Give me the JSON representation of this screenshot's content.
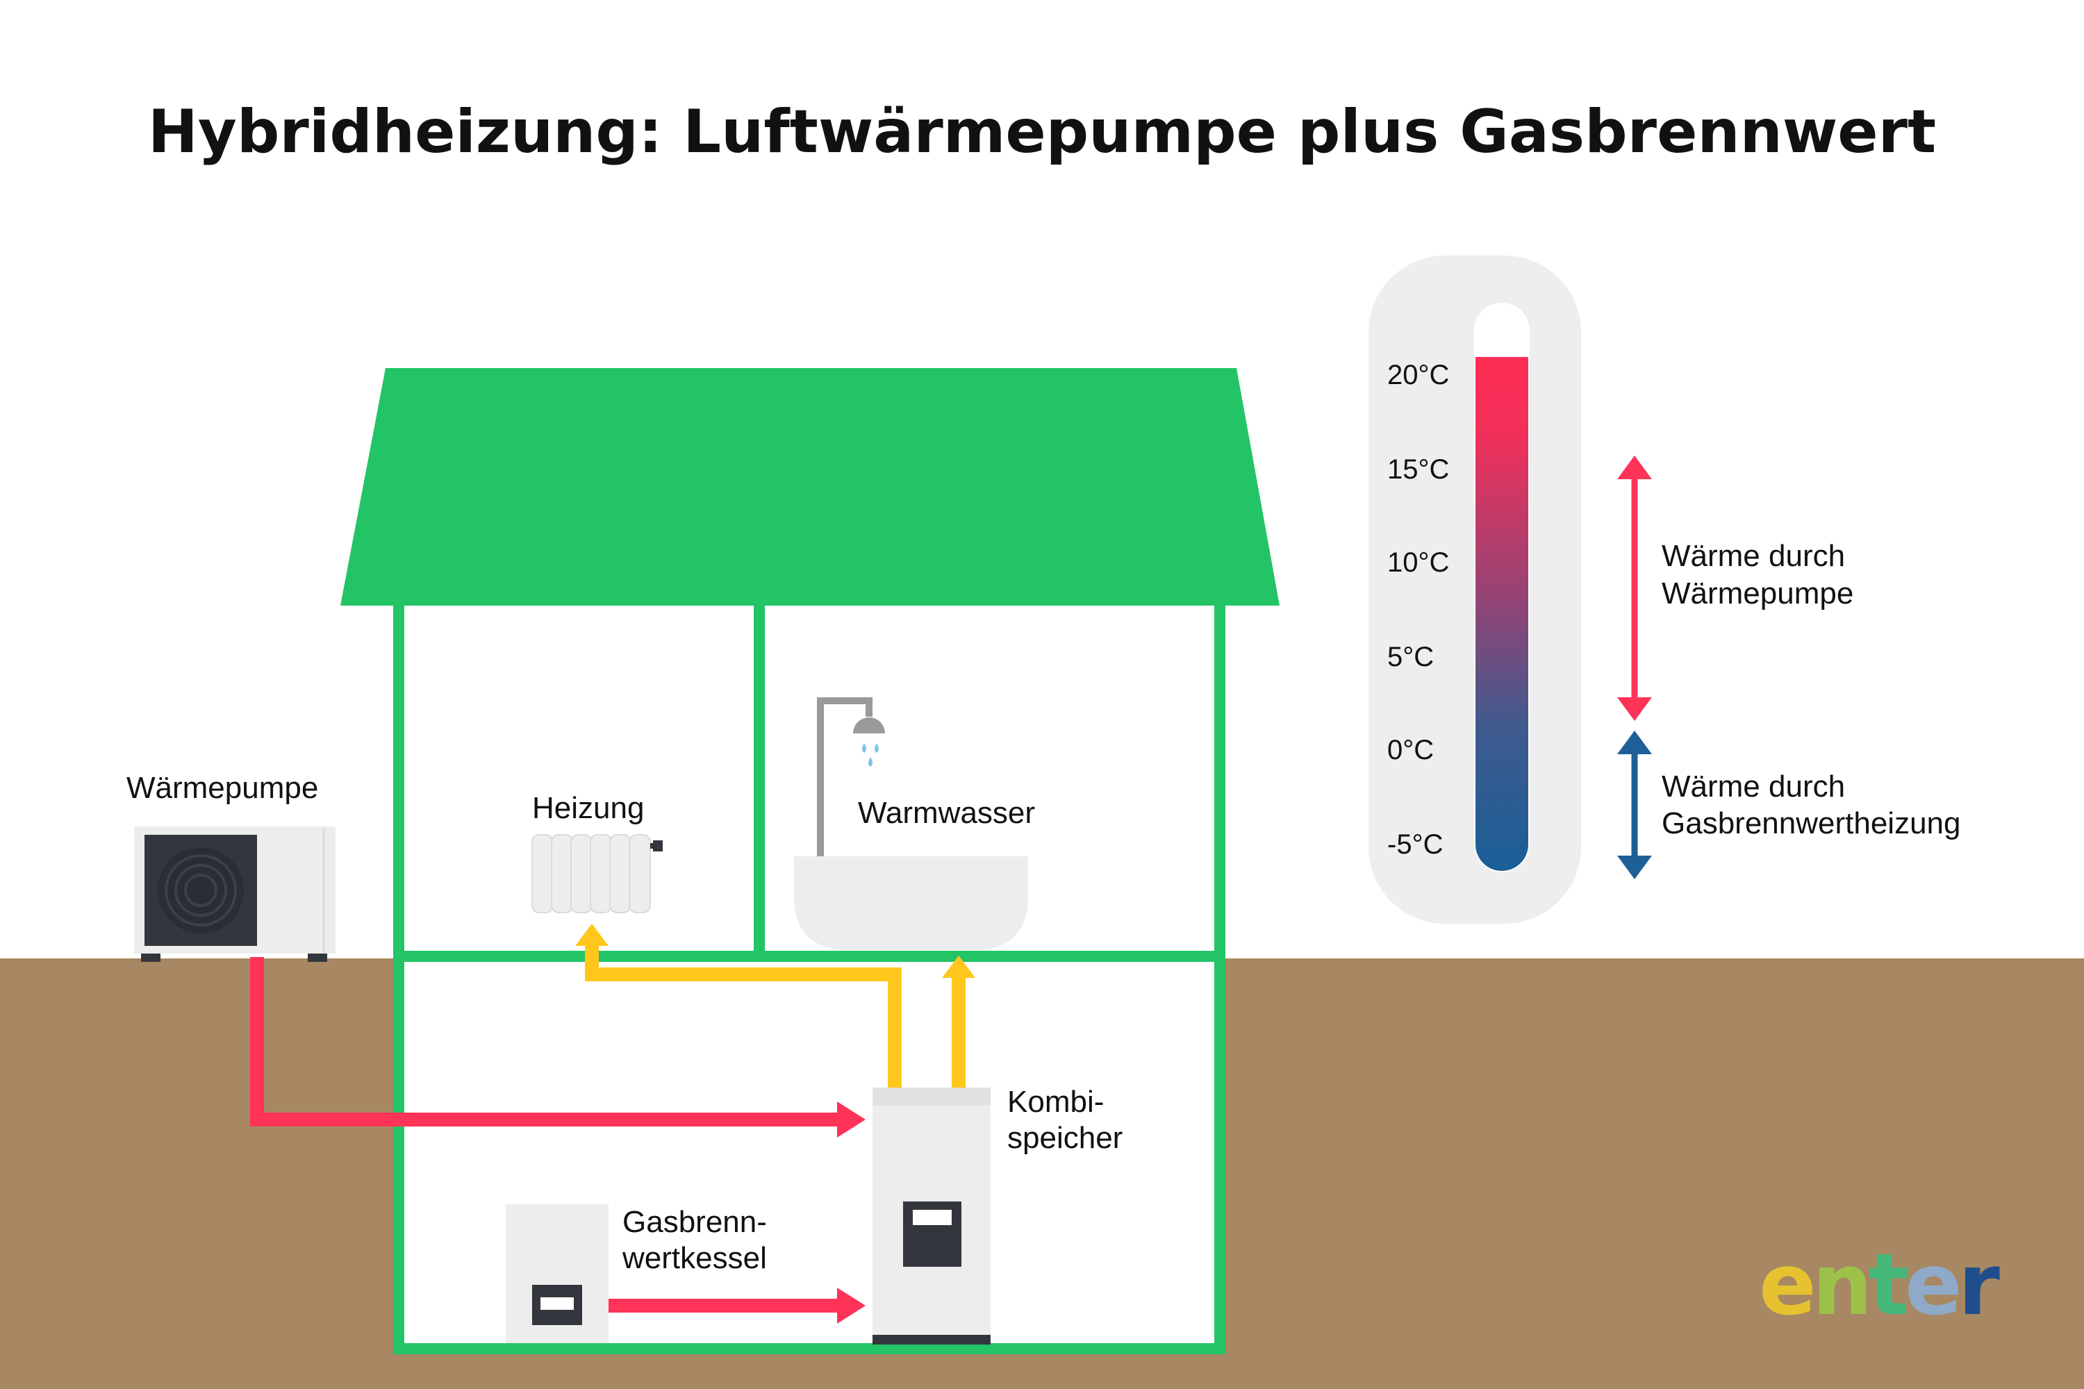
{
  "title": "Hybridheizung: Luftwärmepumpe plus Gasbrennwert",
  "labels": {
    "heat_pump": "Wärmepumpe",
    "heating": "Heizung",
    "hot_water": "Warmwasser",
    "combi_storage_line1": "Kombi-",
    "combi_storage_line2": "speicher",
    "gas_boiler_line1": "Gasbrenn-",
    "gas_boiler_line2": "wertkessel"
  },
  "thermometer": {
    "ticks": [
      "20°C",
      "15°C",
      "10°C",
      "5°C",
      "0°C",
      "-5°C"
    ]
  },
  "legend": {
    "heat_pump_range_line1": "Wärme durch",
    "heat_pump_range_line2": "Wärmepumpe",
    "gas_range_line1": "Wärme durch",
    "gas_range_line2": "Gasbrennwertheizung"
  },
  "logo": {
    "letters": [
      "e",
      "n",
      "t",
      "e",
      "r"
    ]
  },
  "colors": {
    "house_green": "#22C466",
    "ground": "#A78862",
    "heat_red": "#FF3358",
    "hot_yellow": "#FFC71C",
    "cold_blue": "#1D5F96",
    "appliance_grey": "#EDEDED",
    "dark": "#33363C",
    "logo_colors": [
      "#E6C230",
      "#9CC24A",
      "#45B87A",
      "#8FA9C9",
      "#1F4E8C"
    ]
  }
}
